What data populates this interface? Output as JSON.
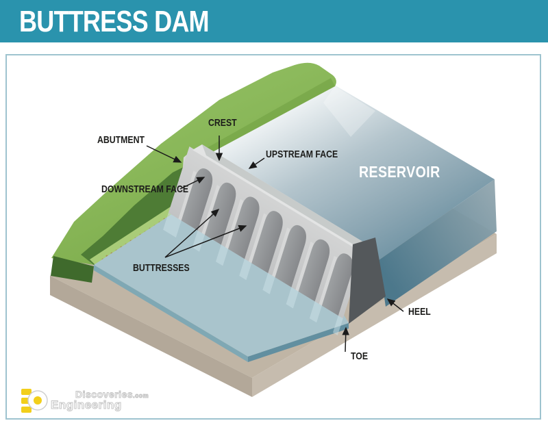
{
  "header": {
    "title": "BUTTRESS DAM"
  },
  "diagram": {
    "type": "isometric cutaway illustration of a buttress dam",
    "labels": {
      "crest": "CREST",
      "abutment": "ABUTMENT",
      "upstream_face": "UPSTREAM FACE",
      "downstream_face": "DOWNSTREAM FACE",
      "reservoir": "RESERVOIR",
      "buttresses": "BUTTRESSES",
      "heel": "HEEL",
      "toe": "TOE"
    },
    "colors": {
      "header_teal": "#2a93ad",
      "frame_border": "#9ec3cf",
      "hill_green": "#8bb858",
      "hill_green_dark": "#4e7c35",
      "reservoir_blue_deep": "#4f7d92",
      "tailwater_blue": "#a9c4cc",
      "base_tan": "#c0b5a5",
      "dam_gray": "#c9cacb",
      "dam_crest_gray": "#e3e4e4",
      "dam_section_dark": "#54585b",
      "label_text": "#1c1c1a"
    }
  },
  "footer": {
    "logo": {
      "line1": "Discoveries",
      "line1_suffix": ".com",
      "line2": "Engineering"
    }
  }
}
